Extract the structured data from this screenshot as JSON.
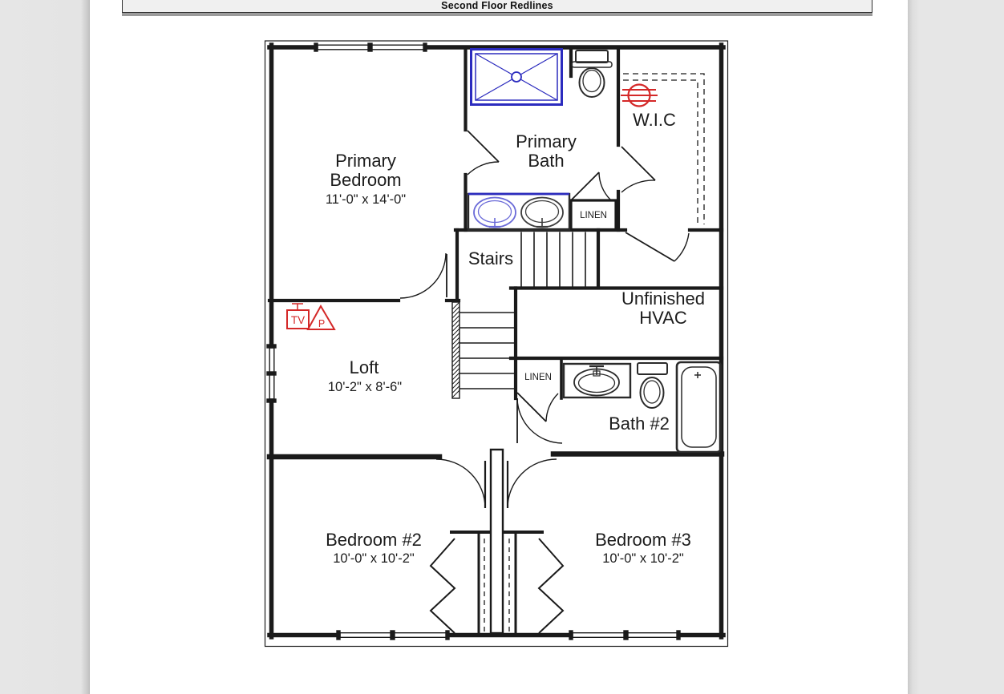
{
  "title": "Second Floor Redlines",
  "colors": {
    "wall": "#1a1a1a",
    "redline": "#d42828",
    "blueline": "#2b2bbe",
    "margin_gray": "#e5e5e5"
  },
  "rooms": {
    "primary_bedroom": {
      "name_line1": "Primary",
      "name_line2": "Bedroom",
      "dims": "11'-0\" x 14'-0\""
    },
    "primary_bath": {
      "name_line1": "Primary",
      "name_line2": "Bath"
    },
    "wic": {
      "name": "W.I.C"
    },
    "linen_upper": {
      "name": "LINEN"
    },
    "stairs": {
      "name": "Stairs"
    },
    "unfinished_hvac": {
      "name_line1": "Unfinished",
      "name_line2": "HVAC"
    },
    "loft": {
      "name": "Loft",
      "dims": "10'-2\" x 8'-6\""
    },
    "linen_lower": {
      "name": "LINEN"
    },
    "bath_2": {
      "name": "Bath #2"
    },
    "bedroom_2": {
      "name": "Bedroom #2",
      "dims": "10'-0\" x 10'-2\""
    },
    "bedroom_3": {
      "name": "Bedroom #3",
      "dims": "10'-0\" x 10'-2\""
    }
  },
  "redline_annotations": {
    "tv_outlet": "TV",
    "phone_outlet": "P"
  }
}
